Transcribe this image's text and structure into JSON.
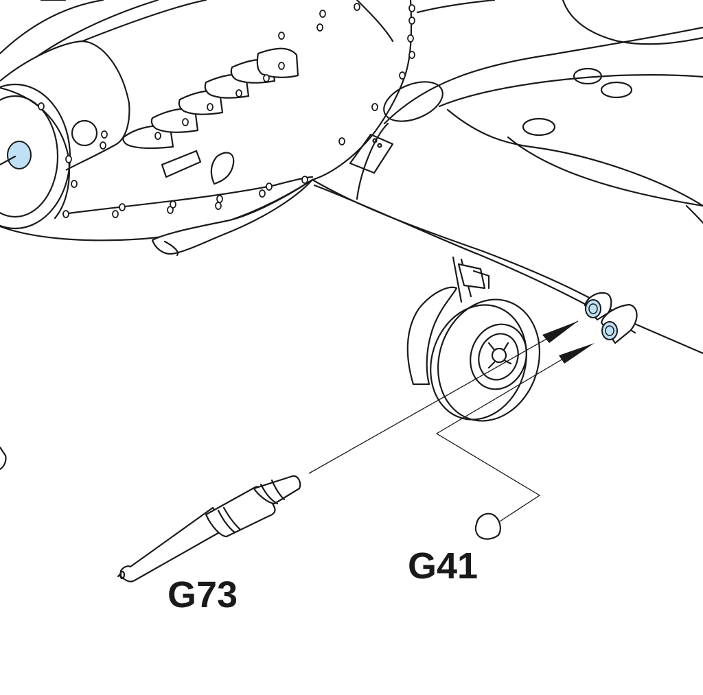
{
  "diagram": {
    "kind": "assembly-instruction",
    "highlight_color": "#bfe0f5",
    "line_color": "#1a1a1a",
    "parts": [
      {
        "id": "g73",
        "label": "G73"
      },
      {
        "id": "g41",
        "label": "G41"
      }
    ]
  }
}
